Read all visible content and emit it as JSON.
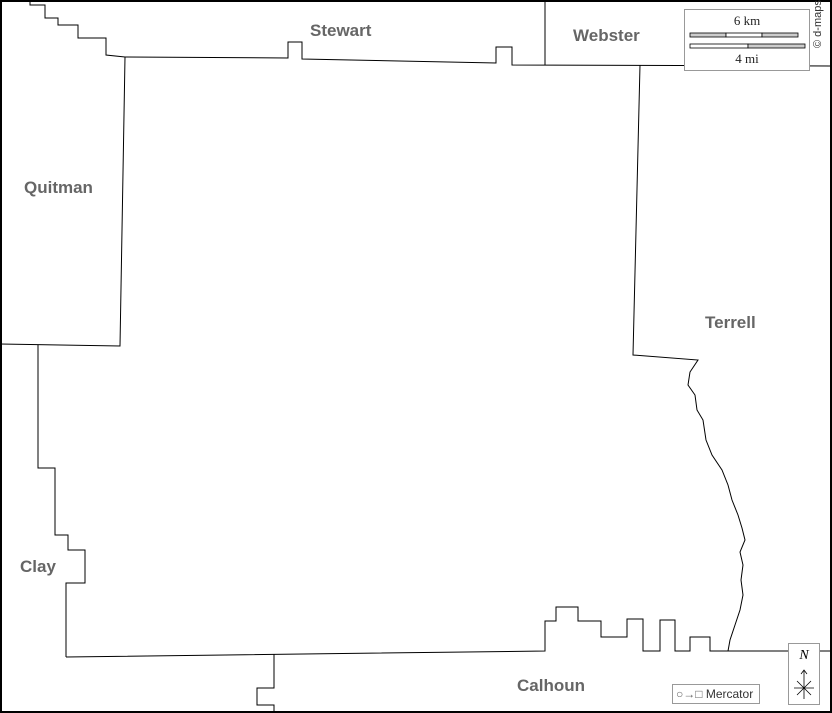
{
  "map": {
    "counties": {
      "stewart": "Stewart",
      "webster": "Webster",
      "quitman": "Quitman",
      "terrell": "Terrell",
      "clay": "Clay",
      "calhoun": "Calhoun"
    },
    "scale": {
      "km_label": "6 km",
      "mi_label": "4 mi"
    },
    "credit": "© d-maps.com",
    "north_label": "N",
    "projection": "Mercator",
    "projection_symbol": "○→□"
  }
}
